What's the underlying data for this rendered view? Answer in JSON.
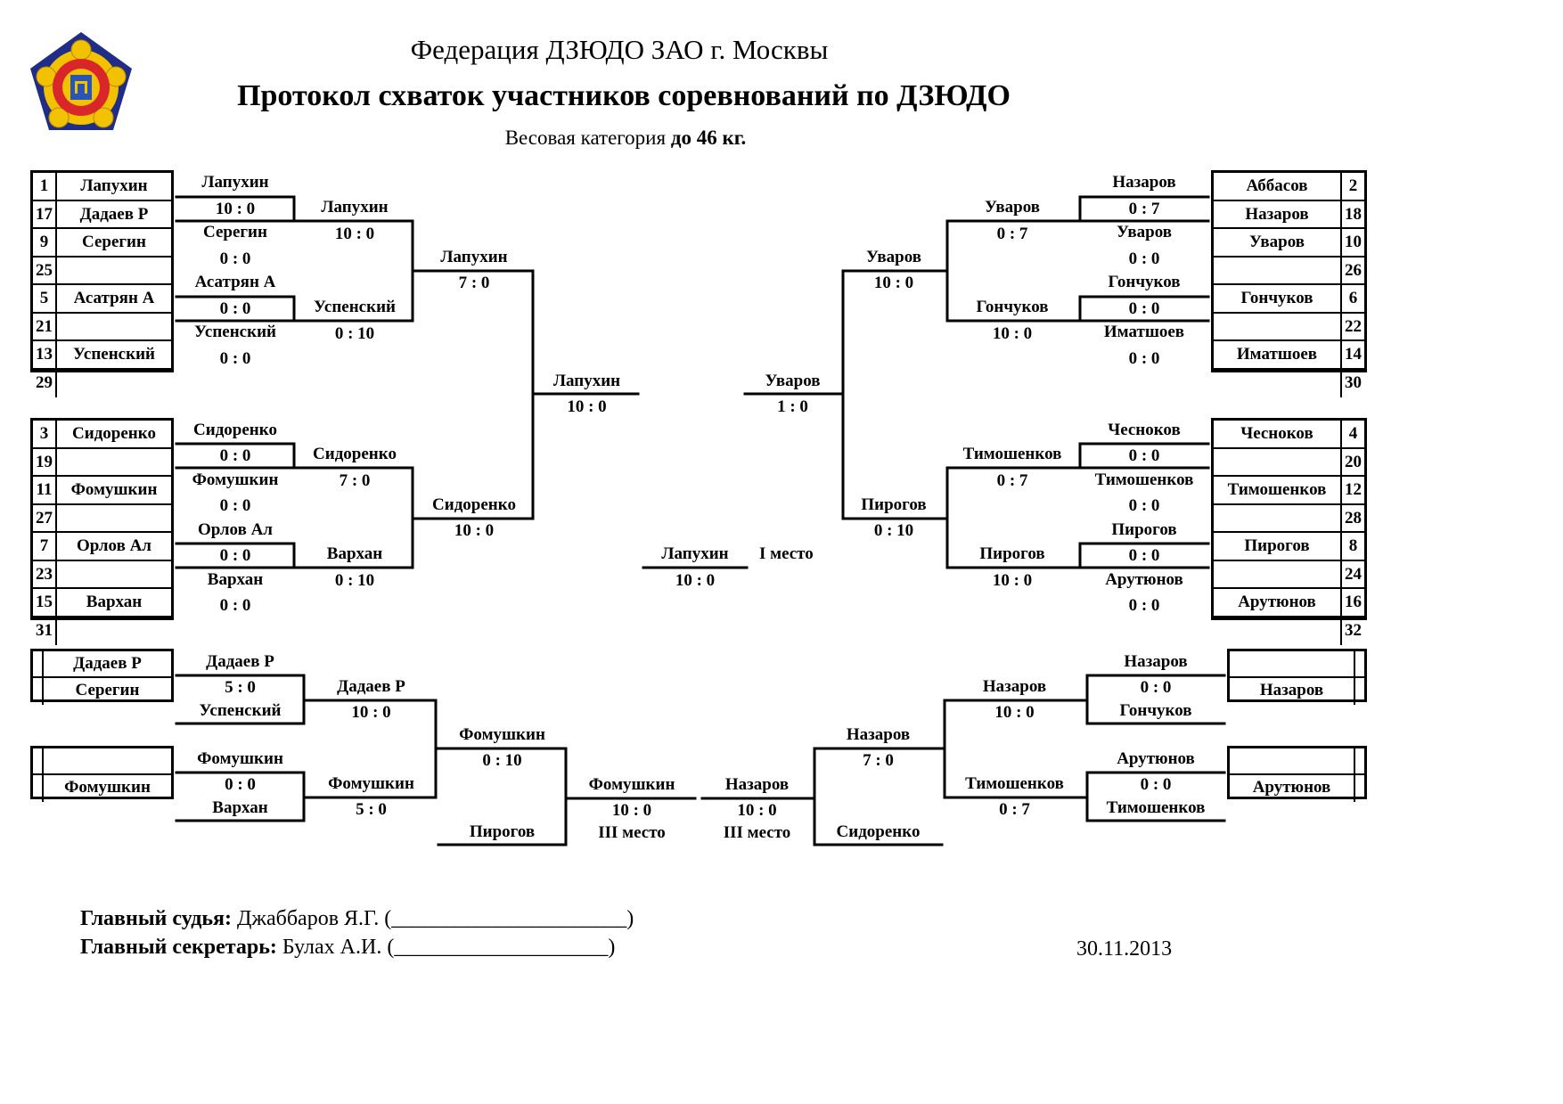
{
  "header": {
    "federation": "Федерация ДЗЮДО ЗАО г. Москвы",
    "title": "Протокол схваток участников соревнований по ДЗЮДО",
    "weight_label": "Весовая категория ",
    "weight_value": "до 46 кг."
  },
  "emblem": {
    "icon": "federation-emblem-icon",
    "colors": {
      "blue": "#1f2d86",
      "yellow": "#f2c200",
      "red": "#d8262b"
    }
  },
  "seeds": {
    "top_left": [
      {
        "n": "1",
        "name": "Лапухин"
      },
      {
        "n": "17",
        "name": "Дадаев Р"
      },
      {
        "n": "9",
        "name": "Серегин"
      },
      {
        "n": "25",
        "name": ""
      },
      {
        "n": "5",
        "name": "Асатрян А"
      },
      {
        "n": "21",
        "name": ""
      },
      {
        "n": "13",
        "name": "Успенский"
      },
      {
        "n": "29",
        "name": ""
      }
    ],
    "mid_left": [
      {
        "n": "3",
        "name": "Сидоренко"
      },
      {
        "n": "19",
        "name": ""
      },
      {
        "n": "11",
        "name": "Фомушкин"
      },
      {
        "n": "27",
        "name": ""
      },
      {
        "n": "7",
        "name": "Орлов Ал"
      },
      {
        "n": "23",
        "name": ""
      },
      {
        "n": "15",
        "name": "Вархан"
      },
      {
        "n": "31",
        "name": ""
      }
    ],
    "top_right": [
      {
        "n": "2",
        "name": "Аббасов"
      },
      {
        "n": "18",
        "name": "Назаров"
      },
      {
        "n": "10",
        "name": "Уваров"
      },
      {
        "n": "26",
        "name": ""
      },
      {
        "n": "6",
        "name": "Гончуков"
      },
      {
        "n": "22",
        "name": ""
      },
      {
        "n": "14",
        "name": "Иматшоев"
      },
      {
        "n": "30",
        "name": ""
      }
    ],
    "mid_right": [
      {
        "n": "4",
        "name": "Чесноков"
      },
      {
        "n": "20",
        "name": ""
      },
      {
        "n": "12",
        "name": "Тимошенков"
      },
      {
        "n": "28",
        "name": ""
      },
      {
        "n": "8",
        "name": "Пирогов"
      },
      {
        "n": "24",
        "name": ""
      },
      {
        "n": "16",
        "name": "Арутюнов"
      },
      {
        "n": "32",
        "name": ""
      }
    ]
  },
  "left": {
    "r1": [
      {
        "name": "Лапухин",
        "score": "10  :  0"
      },
      {
        "name": "Серегин",
        "score": "0  :  0"
      },
      {
        "name": "Асатрян А",
        "score": "0  :  0"
      },
      {
        "name": "Успенский",
        "score": "0  :  0"
      },
      {
        "name": "Сидоренко",
        "score": "0  :  0"
      },
      {
        "name": "Фомушкин",
        "score": "0  :  0"
      },
      {
        "name": "Орлов Ал",
        "score": "0  :  0"
      },
      {
        "name": "Вархан",
        "score": "0  :  0"
      }
    ],
    "r2": [
      {
        "name": "Лапухин",
        "score": "10  :  0"
      },
      {
        "name": "Успенский",
        "score": "0  :  10"
      },
      {
        "name": "Сидоренко",
        "score": "7  :  0"
      },
      {
        "name": "Вархан",
        "score": "0  :  10"
      }
    ],
    "r3": [
      {
        "name": "Лапухин",
        "score": "7  :  0"
      },
      {
        "name": "Сидоренко",
        "score": "10  :  0"
      }
    ],
    "r4": {
      "name": "Лапухин",
      "score": "10  :  0"
    }
  },
  "right": {
    "r1": [
      {
        "name": "Назаров",
        "score": "0  :  7"
      },
      {
        "name": "Уваров",
        "score": "0  :  0"
      },
      {
        "name": "Гончуков",
        "score": "0  :  0"
      },
      {
        "name": "Иматшоев",
        "score": "0  :  0"
      },
      {
        "name": "Чесноков",
        "score": "0  :  0"
      },
      {
        "name": "Тимошенков",
        "score": "0  :  0"
      },
      {
        "name": "Пирогов",
        "score": "0  :  0"
      },
      {
        "name": "Арутюнов",
        "score": "0  :  0"
      }
    ],
    "r2": [
      {
        "name": "Уваров",
        "score": "0  :  7"
      },
      {
        "name": "Гончуков",
        "score": "10  :  0"
      },
      {
        "name": "Тимошенков",
        "score": "0  :  7"
      },
      {
        "name": "Пирогов",
        "score": "10  :  0"
      }
    ],
    "r3": [
      {
        "name": "Уваров",
        "score": "10  :  0"
      },
      {
        "name": "Пирогов",
        "score": "0  :  10"
      }
    ],
    "r4": {
      "name": "Уваров",
      "score": "1  :  0"
    }
  },
  "final": {
    "name": "Лапухин",
    "score": "10  :  0",
    "place": "I место"
  },
  "rep_left": {
    "boxA": [
      "Дадаев Р",
      "Серегин"
    ],
    "boxB": [
      "",
      "Фомушкин"
    ],
    "m1": {
      "top": "Дадаев Р",
      "score": "5  :  0",
      "bottom": "Успенский"
    },
    "m2": {
      "top": "Фомушкин",
      "score": "0  :  0",
      "bottom": "Вархан"
    },
    "w1": {
      "name": "Дадаев Р",
      "score": "10  :  0"
    },
    "w2": {
      "name": "Фомушкин",
      "score": "5  :  0"
    },
    "m3": {
      "top": "Фомушкин",
      "score": "0  :  10",
      "bottom": "Пирогов"
    },
    "bronze": {
      "name": "Фомушкин",
      "score": "10  :  0",
      "place": "III место"
    }
  },
  "rep_right": {
    "boxA": [
      "",
      "Назаров"
    ],
    "boxB": [
      "",
      "Арутюнов"
    ],
    "m1": {
      "top": "Назаров",
      "score": "0  :  0",
      "bottom": "Гончуков"
    },
    "m2": {
      "top": "Арутюнов",
      "score": "0  :  0",
      "bottom": "Тимошенков"
    },
    "w1": {
      "name": "Назаров",
      "score": "10  :  0"
    },
    "w2": {
      "name": "Тимошенков",
      "score": "0  :  7"
    },
    "m3": {
      "top": "Назаров",
      "score": "7  :  0",
      "bottom": "Сидоренко"
    },
    "bronze": {
      "name": "Назаров",
      "score": "10  :  0",
      "place": "III место"
    }
  },
  "footer": {
    "judge_label": "Главный судья:",
    "judge_name": " Джаббаров Я.Г. (______________________)",
    "secretary_label": "Главный секретарь:",
    "secretary_name": " Булах А.И. (____________________)",
    "date": "30.11.2013"
  }
}
